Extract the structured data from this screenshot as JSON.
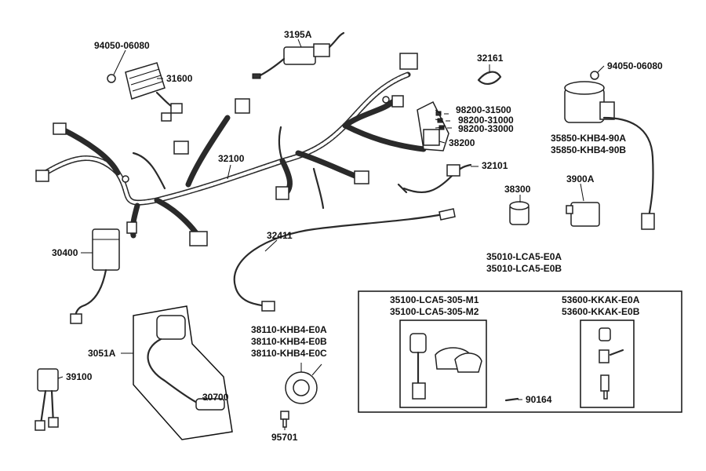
{
  "labels": {
    "p3195A": "3195A",
    "p94050a": "94050-06080",
    "p31600": "31600",
    "p32161": "32161",
    "p94050b": "94050-06080",
    "p98200a": "98200-31500",
    "p98200b": "98200-31000",
    "p98200c": "98200-33000",
    "p38200": "38200",
    "p35850a": "35850-KHB4-90A",
    "p35850b": "35850-KHB4-90B",
    "p32100": "32100",
    "p32101": "32101",
    "p38300": "38300",
    "p3900A": "3900A",
    "p30400": "30400",
    "p32411": "32411",
    "p35010a": "35010-LCA5-E0A",
    "p35010b": "35010-LCA5-E0B",
    "p35100a": "35100-LCA5-305-M1",
    "p35100b": "35100-LCA5-305-M2",
    "p53600a": "53600-KKAK-E0A",
    "p53600b": "53600-KKAK-E0B",
    "p3051A": "3051A",
    "p38110a": "38110-KHB4-E0A",
    "p38110b": "38110-KHB4-E0B",
    "p38110c": "38110-KHB4-E0C",
    "p39100": "39100",
    "p30700": "30700",
    "p90164": "90164",
    "p95701": "95701"
  }
}
